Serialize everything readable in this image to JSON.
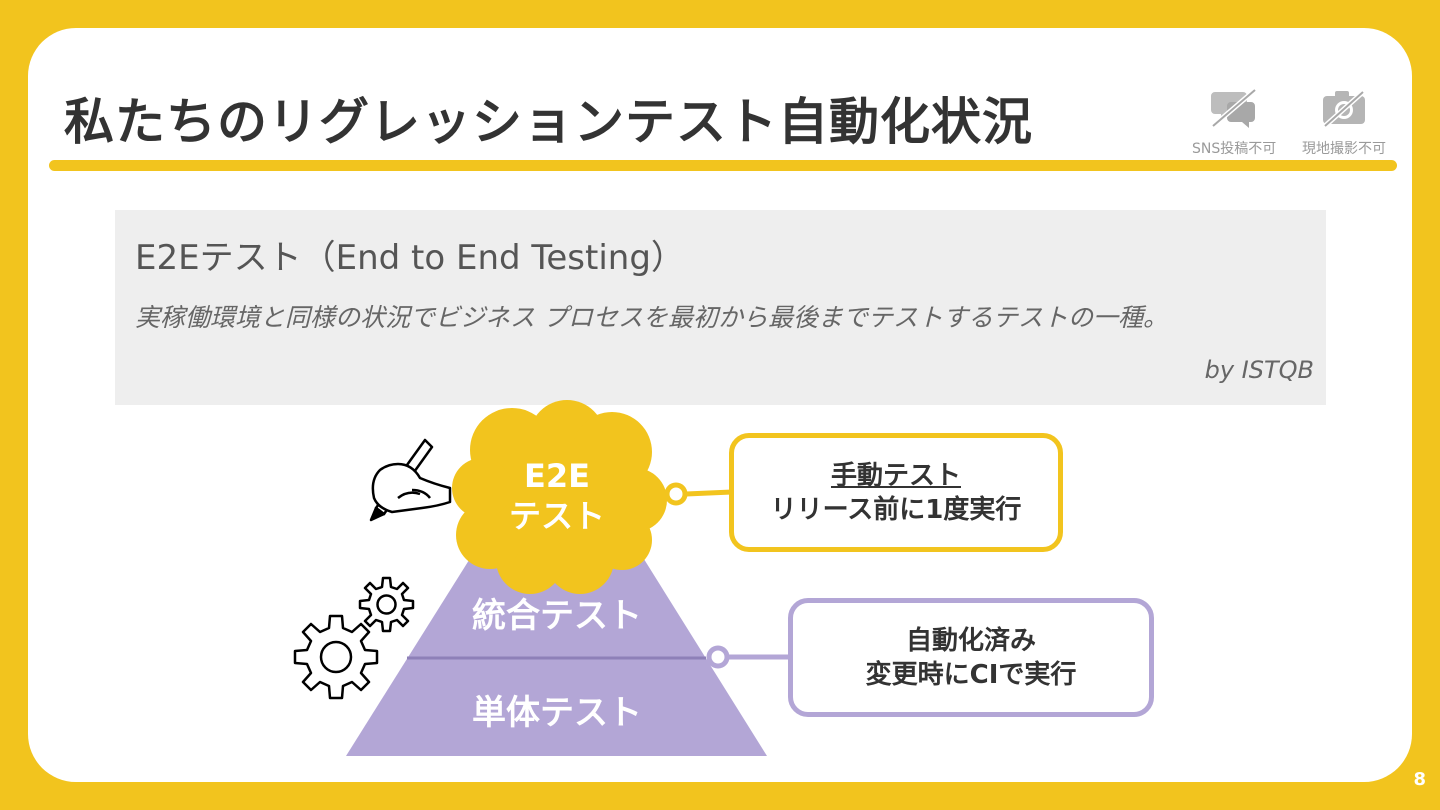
{
  "title": "私たちのリグレッションテスト自動化状況",
  "notices": [
    {
      "caption": "SNS投稿不可",
      "icon": "no-sns-icon"
    },
    {
      "caption": "現地撮影不可",
      "icon": "no-camera-icon"
    }
  ],
  "definition": {
    "term": "E2Eテスト（End to End Testing）",
    "description": "実稼働環境と同様の状況でビジネス プロセスを最初から最後までテストするテストの一種。",
    "source": "by ISTQB"
  },
  "pyramid": {
    "top": {
      "line1": "E2E",
      "line2": "テスト"
    },
    "middle": "統合テスト",
    "bottom": "単体テスト"
  },
  "callouts": {
    "manual": {
      "heading": "手動テスト",
      "detail": "リリース前に1度実行"
    },
    "automated": {
      "heading": "自動化済み",
      "detail": "変更時にCIで実行"
    }
  },
  "colors": {
    "accent_yellow": "#F2C41E",
    "accent_purple": "#B3A6D6",
    "text_dark": "#333333"
  },
  "page_number": "8"
}
